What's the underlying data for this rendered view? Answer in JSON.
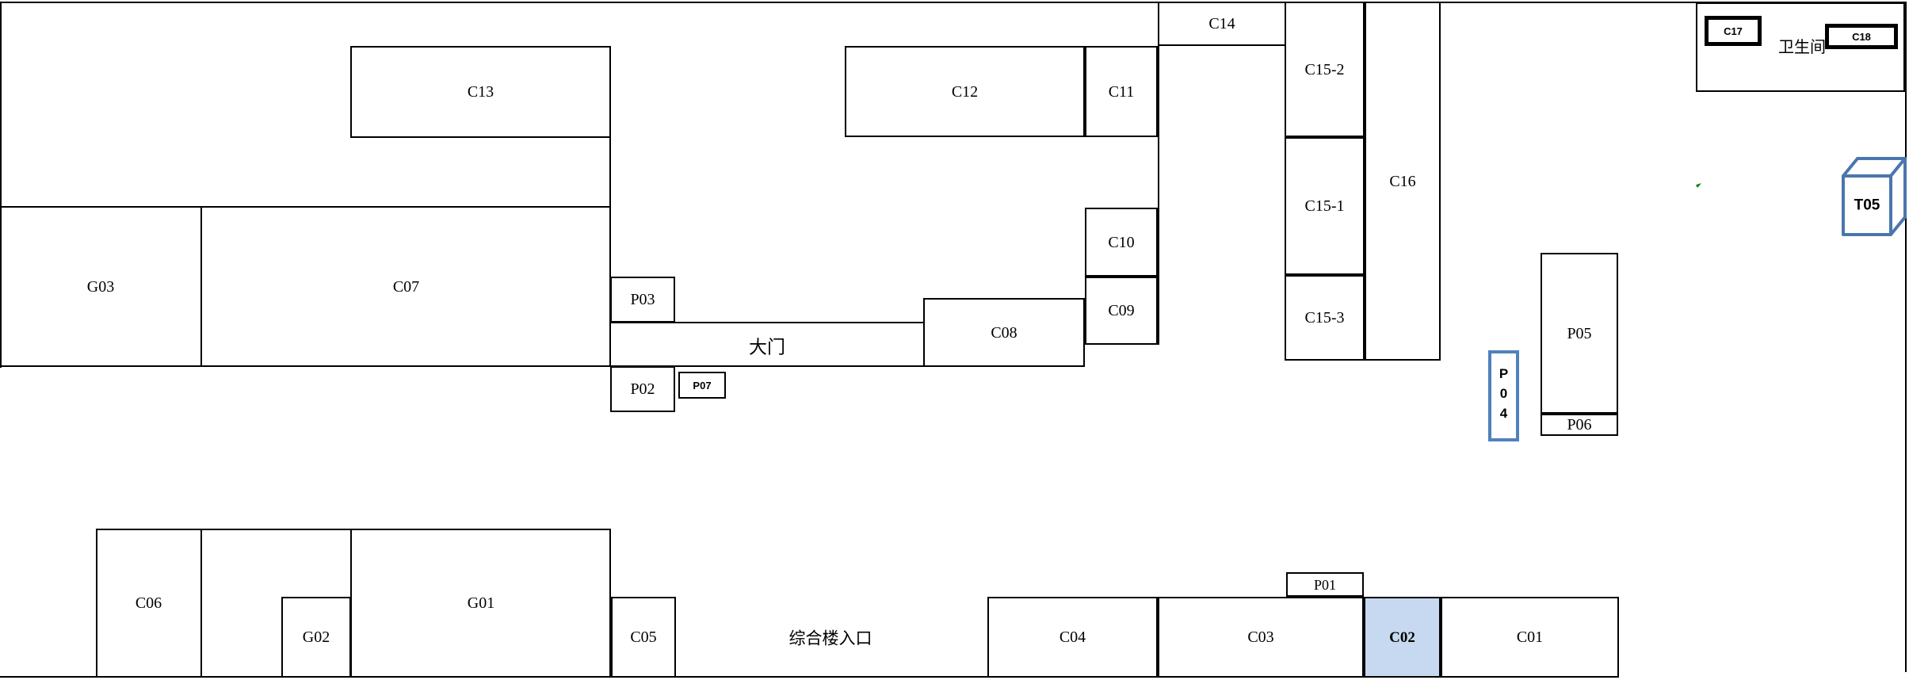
{
  "rooms": {
    "c13": "C13",
    "c12": "C12",
    "c11": "C11",
    "c14": "C14",
    "c15_2": "C15-2",
    "c15_1": "C15-1",
    "c15_3": "C15-3",
    "c16": "C16",
    "g03": "G03",
    "c07": "C07",
    "p03": "P03",
    "p02": "P02",
    "p07": "P07",
    "c08": "C08",
    "c09": "C09",
    "c10": "C10",
    "c17": "C17",
    "c18": "C18",
    "t05": "T05",
    "p04": "P04",
    "p05": "P05",
    "p06": "P06",
    "c06": "C06",
    "g02": "G02",
    "g01": "G01",
    "c05": "C05",
    "c04": "C04",
    "c03": "C03",
    "c02": "C02",
    "c01": "C01",
    "p01": "P01"
  },
  "texts": {
    "gate": "大门",
    "entrance": "综合楼入口",
    "restroom": "卫生间"
  },
  "colors": {
    "line": "#000000",
    "highlight_fill": "#c6d9f0",
    "marker_border": "#4f81bd",
    "cube_border": "#4a76ac",
    "green": "#008000"
  }
}
